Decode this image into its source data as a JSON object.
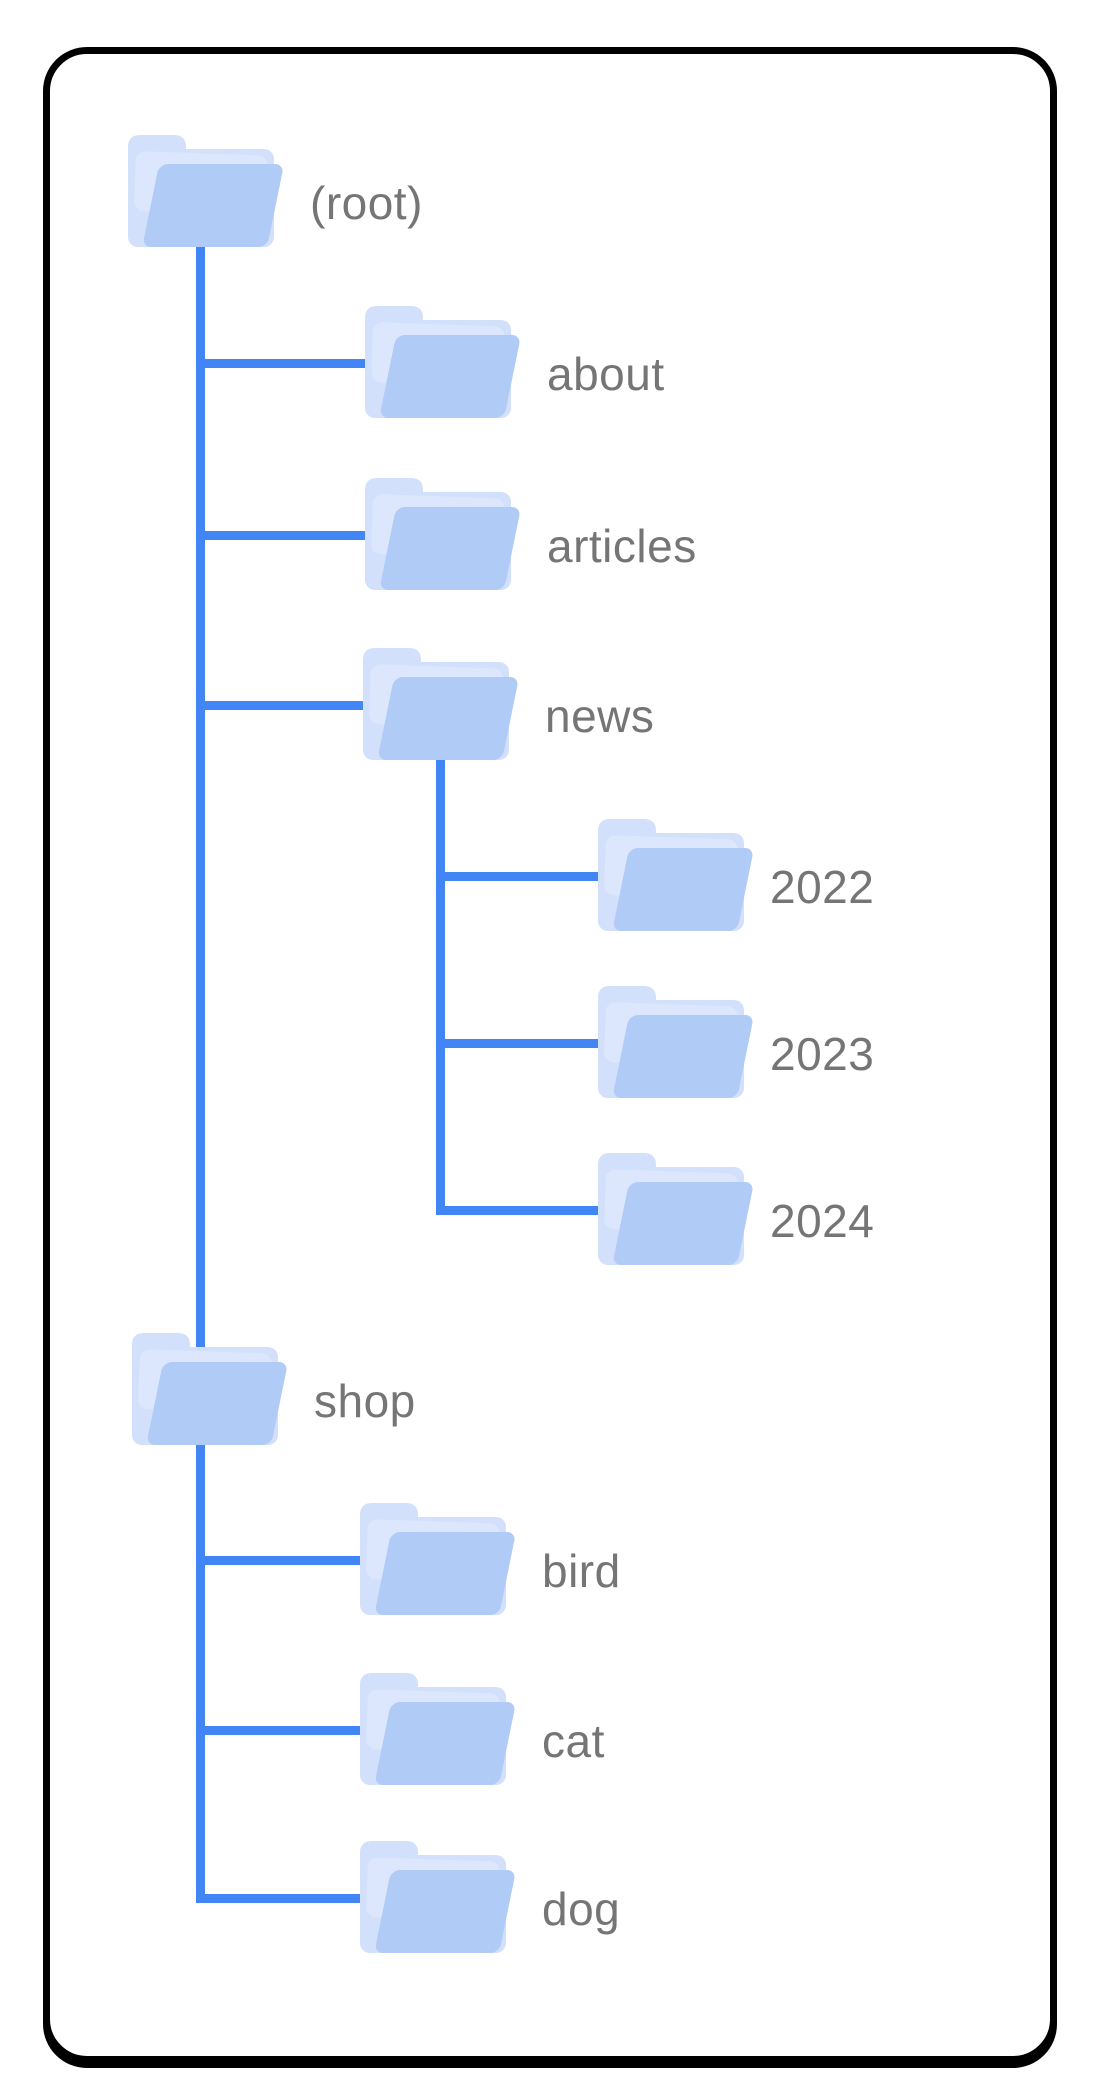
{
  "diagram": {
    "nodes": {
      "root": {
        "label": "(root)"
      },
      "about": {
        "label": "about"
      },
      "articles": {
        "label": "articles"
      },
      "news": {
        "label": "news"
      },
      "y2022": {
        "label": "2022"
      },
      "y2023": {
        "label": "2023"
      },
      "y2024": {
        "label": "2024"
      },
      "shop": {
        "label": "shop"
      },
      "bird": {
        "label": "bird"
      },
      "cat": {
        "label": "cat"
      },
      "dog": {
        "label": "dog"
      }
    },
    "hierarchy": {
      "root": [
        "about",
        "articles",
        "news",
        "shop"
      ],
      "news": [
        "y2022",
        "y2023",
        "y2024"
      ],
      "shop": [
        "bird",
        "cat",
        "dog"
      ]
    },
    "colors": {
      "connector": "#4285F4",
      "label_text": "#757575",
      "folder_front": "#B1CBF7",
      "folder_middle": "#DCE7FD",
      "folder_back": "#D2E0FB",
      "card_border": "#000000",
      "card_background": "#FFFFFF"
    }
  }
}
